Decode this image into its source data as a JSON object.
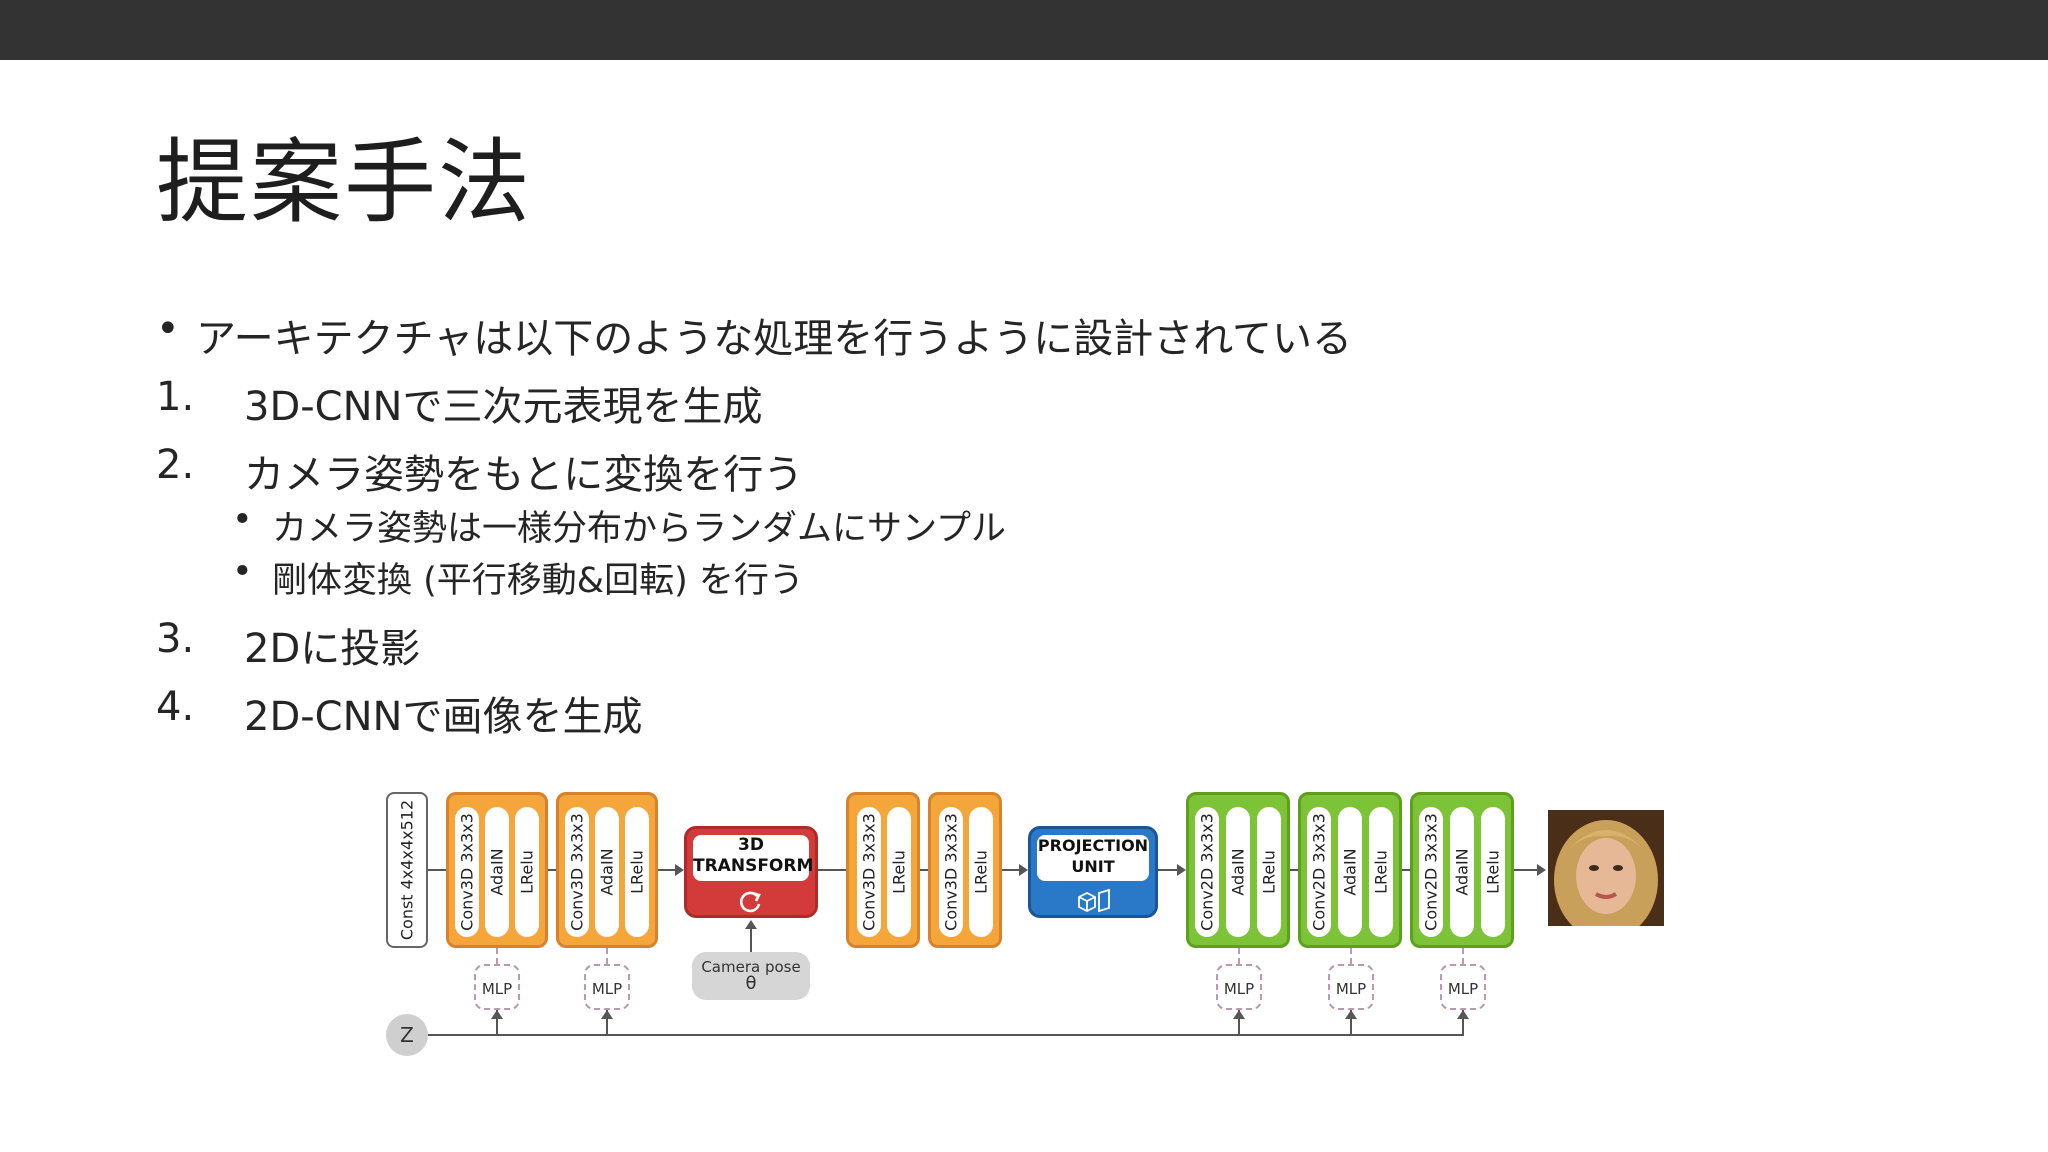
{
  "slide": {
    "title": "提案手法",
    "intro_bullet": "アーキテクチャは以下のような処理を行うように設計されている",
    "steps": [
      {
        "num": "1.",
        "text": "3D-CNNで三次元表現を生成"
      },
      {
        "num": "2.",
        "text": "カメラ姿勢をもとに変換を行う"
      },
      {
        "num": "3.",
        "text": "2Dに投影"
      },
      {
        "num": "4.",
        "text": "2D-CNNで画像を生成"
      }
    ],
    "sub_bullets": [
      "カメラ姿勢は一様分布からランダムにサンプル",
      "剛体変換 (平行移動&回転) を行う"
    ]
  },
  "diagram": {
    "const_label": "Const 4x4x4x512",
    "block1": {
      "labels": [
        "Conv3D 3x3x3",
        "AdaIN",
        "LRelu"
      ]
    },
    "block2": {
      "labels": [
        "Conv3D 3x3x3",
        "AdaIN",
        "LRelu"
      ]
    },
    "transform_label_1": "3D",
    "transform_label_2": "TRANSFORM",
    "camera_pose_label": "Camera pose",
    "camera_theta": "θ",
    "block3": {
      "labels": [
        "Conv3D 3x3x3",
        "LRelu"
      ]
    },
    "block4": {
      "labels": [
        "Conv3D 3x3x3",
        "LRelu"
      ]
    },
    "projection_label_1": "PROJECTION",
    "projection_label_2": "UNIT",
    "block5": {
      "labels": [
        "Conv2D 3x3x3",
        "AdaIN",
        "LRelu"
      ]
    },
    "block6": {
      "labels": [
        "Conv2D 3x3x3",
        "AdaIN",
        "LRelu"
      ]
    },
    "block7": {
      "labels": [
        "Conv2D 3x3x3",
        "AdaIN",
        "LRelu"
      ]
    },
    "mlp_label": "MLP",
    "z_label": "Z",
    "colors": {
      "orange": "#f4a63a",
      "green": "#7dc338",
      "red": "#d33b3b",
      "blue": "#2a78c8",
      "top_bar": "#333333"
    }
  }
}
